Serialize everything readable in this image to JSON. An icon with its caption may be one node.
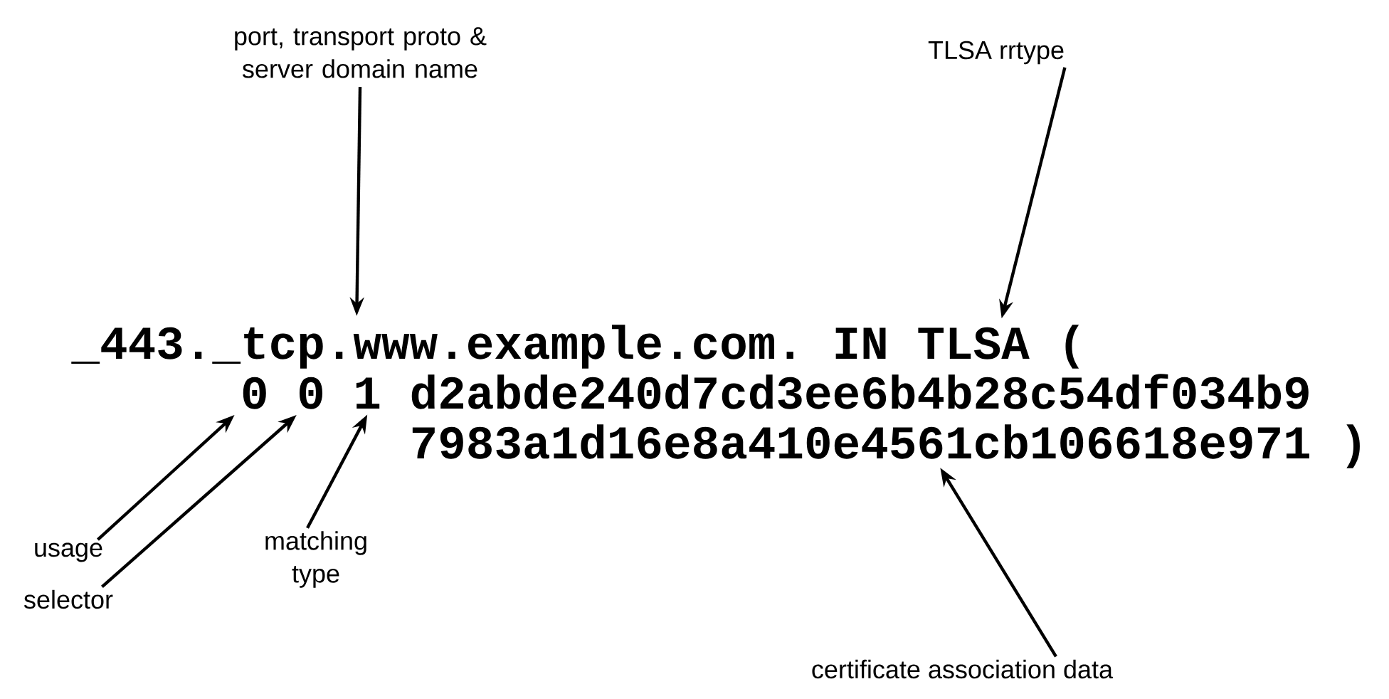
{
  "diagram": {
    "nodes": [
      {
        "text": [
          "port, transport proto & server domain name"
        ]
      },
      {
        "text": [
          "TLSA rrtype"
        ]
      },
      {
        "text": [
          "_443._tcp.www.example.com."
        ]
      },
      {
        "text": [
          "IN"
        ]
      },
      {
        "text": [
          "TLSA"
        ]
      },
      {
        "text": [
          "("
        ]
      },
      {
        "text": [
          "0"
        ]
      },
      {
        "text": [
          "0"
        ]
      },
      {
        "text": [
          "1"
        ]
      },
      {
        "text": [
          "d2abde240d7cd3ee6b4b28c54df034b9"
        ]
      },
      {
        "text": [
          "7983a1d16e8a410e4561cb106618e971"
        ]
      },
      {
        "text": [
          ")"
        ]
      },
      {
        "text": [
          "usage"
        ]
      },
      {
        "text": [
          "selector"
        ]
      },
      {
        "text": [
          "matching type"
        ]
      },
      {
        "text": [
          "certificate association data"
        ]
      }
    ],
    "edges": [
      {
        "from": 0,
        "to": 2,
        "arrow": "to"
      },
      {
        "from": 1,
        "to": 4,
        "arrow": "to"
      },
      {
        "from": 12,
        "to": 6,
        "arrow": "to"
      },
      {
        "from": 13,
        "to": 7,
        "arrow": "to"
      },
      {
        "from": 14,
        "to": 8,
        "arrow": "to"
      },
      {
        "from": 15,
        "to": 10,
        "arrow": "to"
      }
    ]
  }
}
